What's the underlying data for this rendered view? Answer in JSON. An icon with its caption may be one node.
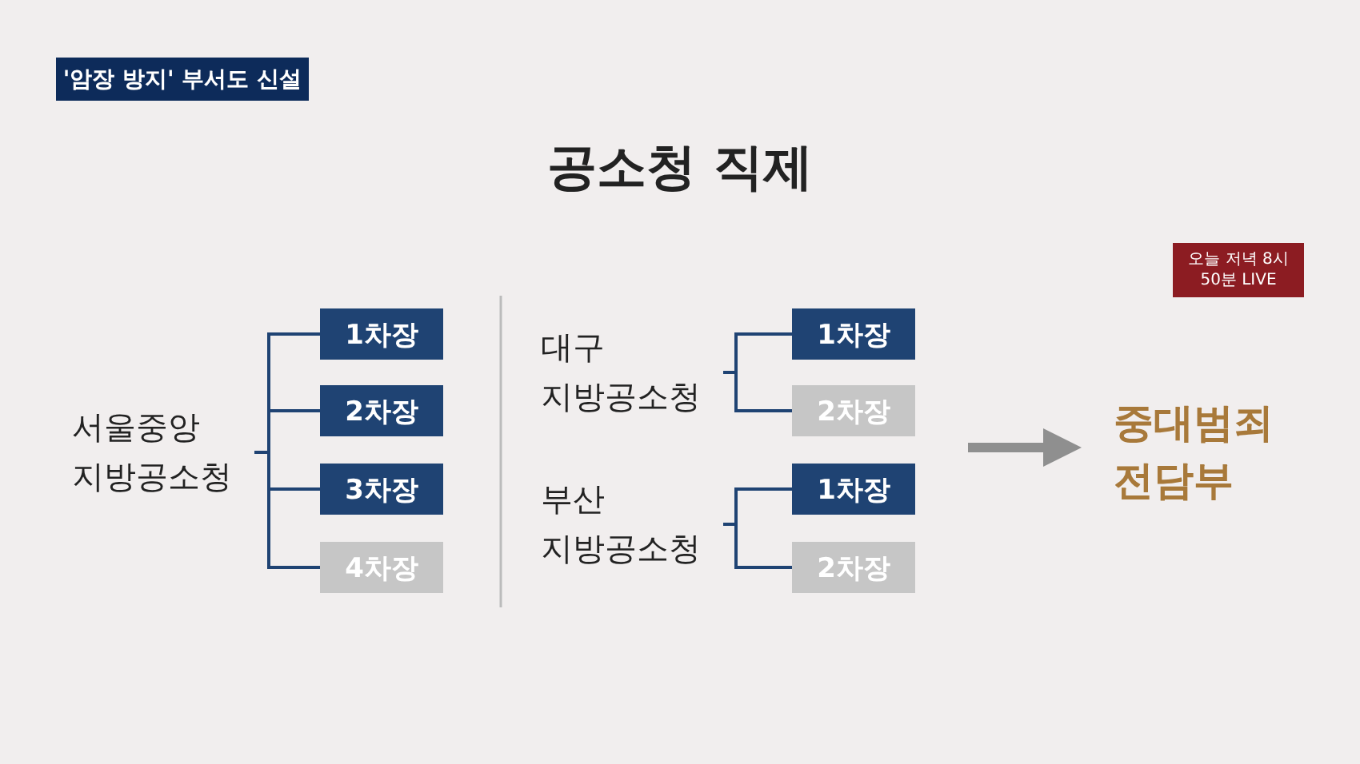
{
  "diagram": {
    "title": "공소청 직제",
    "nodes": [
      {
        "text": [
          "서울중앙 지방공소청"
        ]
      },
      {
        "text": [
          "1차장"
        ]
      },
      {
        "text": [
          "2차장"
        ]
      },
      {
        "text": [
          "3차장"
        ]
      },
      {
        "text": [
          "4차장"
        ]
      },
      {
        "text": [
          "대구 지방공소청"
        ]
      },
      {
        "text": [
          "1차장"
        ]
      },
      {
        "text": [
          "2차장"
        ]
      },
      {
        "text": [
          "부산 지방공소청"
        ]
      },
      {
        "text": [
          "1차장"
        ]
      },
      {
        "text": [
          "2차장"
        ]
      },
      {
        "text": [
          "중대범죄 전담부"
        ]
      }
    ],
    "edges": [
      {
        "from": 0,
        "to": 1,
        "arrow": "none"
      },
      {
        "from": 0,
        "to": 2,
        "arrow": "none"
      },
      {
        "from": 0,
        "to": 3,
        "arrow": "none"
      },
      {
        "from": 0,
        "to": 4,
        "arrow": "none"
      },
      {
        "from": 5,
        "to": 6,
        "arrow": "none"
      },
      {
        "from": 5,
        "to": 7,
        "arrow": "none"
      },
      {
        "from": 8,
        "to": 9,
        "arrow": "none"
      },
      {
        "from": 8,
        "to": 10,
        "arrow": "none"
      },
      {
        "from": null,
        "to": 11,
        "arrow": "to",
        "style": "thick",
        "color": "#8f8f8f"
      }
    ],
    "labels": [
      "'암장 방지' 부서도 신설",
      "오늘 저녁 8시 50분 LIVE"
    ]
  }
}
